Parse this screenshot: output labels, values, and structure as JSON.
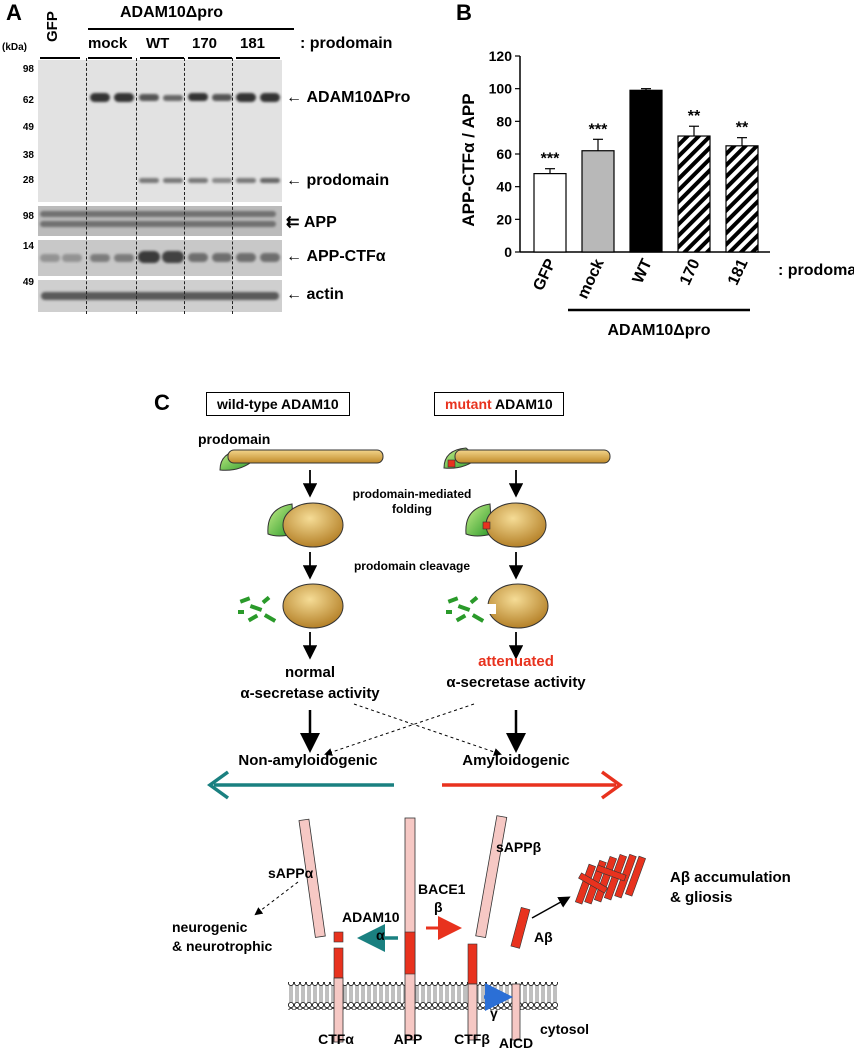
{
  "panelA": {
    "letter": "A",
    "group_label": "ADAM10Δpro",
    "gfp_label": "GFP",
    "lanes": [
      "mock",
      "WT",
      "170",
      "181"
    ],
    "prodomain_label": ": prodomain",
    "kda_label": "(kDa)",
    "markers": [
      "98",
      "62",
      "49",
      "38",
      "28",
      "98",
      "14",
      "49"
    ],
    "band_labels": [
      "ADAM10ΔPro",
      "prodomain",
      "APP",
      "APP-CTFα",
      "actin"
    ]
  },
  "panelB": {
    "letter": "B",
    "underline_label": "ADAM10Δpro",
    "prodomain_label": ": prodomain"
  },
  "chart_data": {
    "type": "bar",
    "categories": [
      "GFP",
      "mock",
      "WT",
      "170",
      "181"
    ],
    "values": [
      48,
      62,
      99,
      71,
      65
    ],
    "errors": [
      3,
      7,
      1,
      6,
      5
    ],
    "significance": [
      "***",
      "***",
      "",
      "**",
      "**"
    ],
    "fills": [
      "white",
      "gray",
      "black",
      "hatched",
      "hatched"
    ],
    "ylabel": "APP-CTFα / APP",
    "ylim": [
      0,
      120
    ],
    "yticks": [
      0,
      20,
      40,
      60,
      80,
      100,
      120
    ]
  },
  "panelC": {
    "letter": "C",
    "wt_box": "wild-type ADAM10",
    "mut_box_colored": "mutant",
    "mut_box_rest": " ADAM10",
    "prodomain": "prodomain",
    "folding": "prodomain-mediated\nfolding",
    "cleavage": "prodomain cleavage",
    "normal": "normal",
    "attenuated": "attenuated",
    "activity": "α-secretase activity",
    "non_amyloidogenic": "Non-amyloidogenic",
    "amyloidogenic": "Amyloidogenic",
    "sappa": "sAPPα",
    "sappb": "sAPPβ",
    "neuro": "neurogenic\n& neurotrophic",
    "adam10": "ADAM10",
    "alpha": "α",
    "bace1": "BACE1",
    "beta": "β",
    "gamma": "γ",
    "abeta": "Aβ",
    "accumulation": "Aβ accumulation\n& gliosis",
    "cytosol": "cytosol",
    "ctfa": "CTFα",
    "app": "APP",
    "ctfb": "CTFβ",
    "aicd": "AICD",
    "colors": {
      "red": "#e8321e",
      "teal": "#1a8080",
      "green": "#2aa02a",
      "gold": "#d9a94a",
      "pink": "#f6c8c4",
      "blue": "#2b6fd6"
    }
  }
}
